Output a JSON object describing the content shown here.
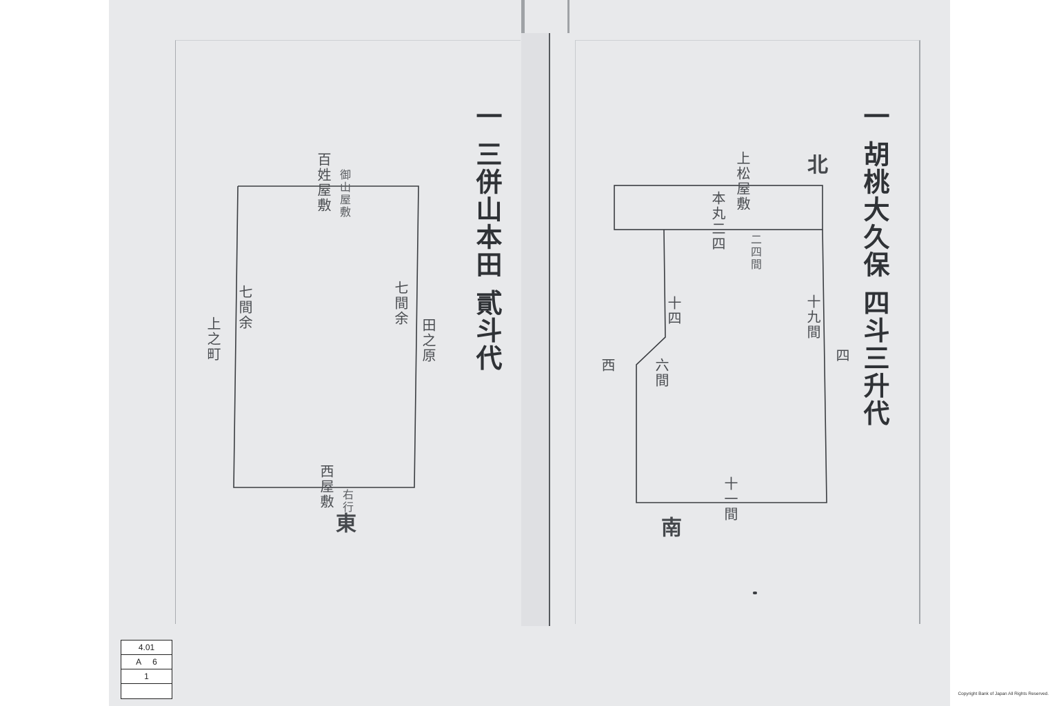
{
  "left_plan": {
    "title": "一 三併山本田 貳斗代",
    "top_label": "百姓屋敷",
    "top_sub": "御山屋敷",
    "left_side_measure": "七間余",
    "left_neighbor": "上之町",
    "right_side_measure": "七間余",
    "right_neighbor": "田之原",
    "bottom_label": "西屋敷",
    "bottom_sub": "右行",
    "direction_mark": "東"
  },
  "right_plan": {
    "title": "一 胡桃大久保 四斗三升代",
    "direction_north": "北",
    "north_sub": "上松屋敷",
    "strip_label": "本丸二四",
    "strip_sub": "二四間",
    "left_measure": "十四",
    "diagonal_measure": "六間",
    "right_measure": "十九間",
    "right_mark": "四",
    "bottom_measure": "十一間",
    "direction_south": "南",
    "west_mark": "西"
  },
  "reference_box": {
    "row1": "4.01",
    "row2_a": "A",
    "row2_b": "6",
    "row3": "1"
  },
  "copyright": "Copyright Bank of Japan All Rights Reserved."
}
